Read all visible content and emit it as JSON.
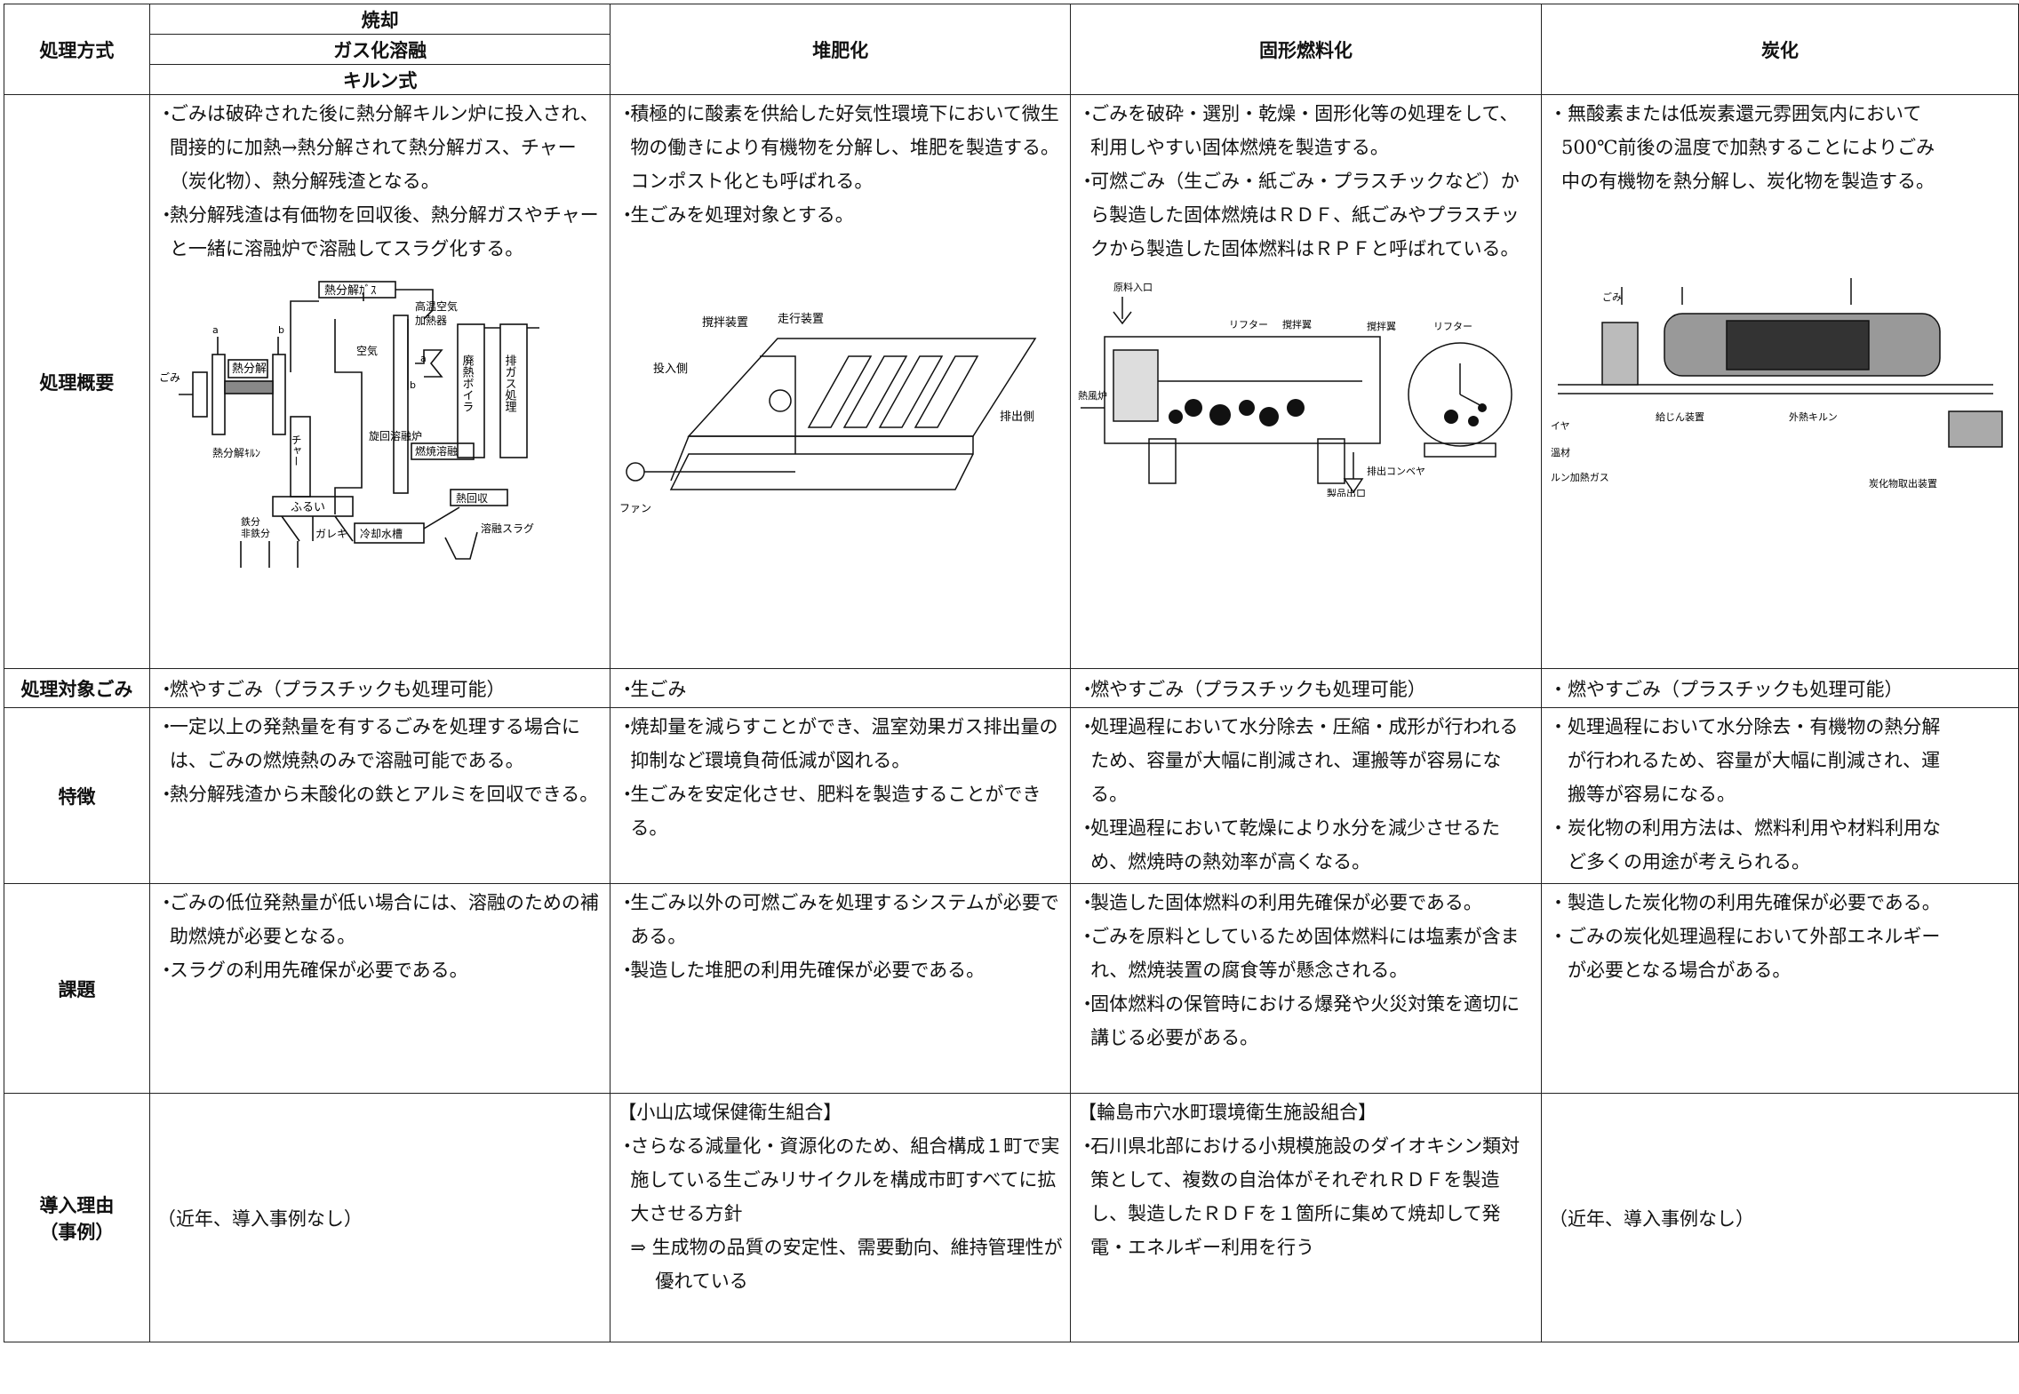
{
  "header": {
    "row_label": "処理方式",
    "incineration": "焼却",
    "gasification": "ガス化溶融",
    "kiln": "キルン式",
    "compost": "堆肥化",
    "solid_fuel": "固形燃料化",
    "carbonization": "炭化"
  },
  "row_labels": {
    "overview": "処理概要",
    "target": "処理対象ごみ",
    "features": "特徴",
    "issues": "課題",
    "reason_line1": "導入理由",
    "reason_line2": "（事例）"
  },
  "overview": {
    "kiln": [
      "ごみは破砕された後に熱分解キルン炉に投入され、間接的に加熱→熱分解されて熱分解ガス、チャー（炭化物）、熱分解残渣となる。",
      "熱分解残渣は有価物を回収後、熱分解ガスやチャーと一緒に溶融炉で溶融してスラグ化する。"
    ],
    "compost": [
      "積極的に酸素を供給した好気性環境下において微生物の働きにより有機物を分解し、堆肥を製造する。コンポスト化とも呼ばれる。",
      "生ごみを処理対象とする。"
    ],
    "solid_fuel": [
      "ごみを破砕・選別・乾燥・固形化等の処理をして、利用しやすい固体燃焼を製造する。",
      "可燃ごみ（生ごみ・紙ごみ・プラスチックなど）から製造した固体燃焼はＲＤＦ、紙ごみやプラスチックから製造した固体燃料はＲＰＦと呼ばれている。"
    ],
    "carbonization_lines": [
      "・無酸素または低炭素還元雰囲気内において",
      "500℃前後の温度で加熱することによりごみ",
      "中の有機物を熱分解し、炭化物を製造する。"
    ]
  },
  "diagram_kiln": {
    "gas": "熱分解ｶﾞｽ",
    "hot_air_1": "高温空気",
    "hot_air_2": "加熱器",
    "garbage": "ごみ",
    "pyrolysis": "熱分解",
    "air": "空気",
    "a": "a",
    "b": "b",
    "boiler": "廃熱ボイラ",
    "exhaust": "排ガス処理",
    "char": "チャー",
    "swirl": "旋回溶融炉",
    "combust": "燃焼溶融",
    "kiln": "熱分解ｷﾙﾝ",
    "sieve": "ふるい",
    "heat_recovery": "熱回収",
    "iron": "鉄分",
    "non_iron": "非鉄分",
    "rubble": "ガレキ",
    "cooling": "冷却水槽",
    "slag": "溶融スラグ"
  },
  "diagram_compost": {
    "stirrer": "撹拌装置",
    "travel": "走行装置",
    "input": "投入側",
    "output": "排出側",
    "fan": "ファン"
  },
  "diagram_fuel": {
    "inlet": "原料入口",
    "lifter": "リフター",
    "blade": "撹拌翼",
    "hot_air": "熱風炉",
    "conveyor": "排出コンベヤ",
    "outlet": "製品出口"
  },
  "diagram_carbon": {
    "garbage": "ごみ",
    "kiln_gas": "キルン加熱ガス",
    "feeder": "給じん装置",
    "ext_kiln": "外熱キルン",
    "takeout": "炭化物取出装置",
    "l1": "イヤ",
    "l2": "溫材",
    "l3": "ルン加熱ガス"
  },
  "target": {
    "kiln": "燃やすごみ（プラスチックも処理可能）",
    "compost": "生ごみ",
    "solid_fuel": "燃やすごみ（プラスチックも処理可能）",
    "carbonization": "・燃やすごみ（プラスチックも処理可能）"
  },
  "features": {
    "kiln": [
      "一定以上の発熱量を有するごみを処理する場合には、ごみの燃焼熱のみで溶融可能である。",
      "熱分解残渣から未酸化の鉄とアルミを回収できる。"
    ],
    "compost": [
      "焼却量を減らすことができ、温室効果ガス排出量の抑制など環境負荷低減が図れる。",
      "生ごみを安定化させ、肥料を製造することができる。"
    ],
    "solid_fuel": [
      "処理過程において水分除去・圧縮・成形が行われるため、容量が大幅に削減され、運搬等が容易になる。",
      "処理過程において乾燥により水分を減少させるため、燃焼時の熱効率が高くなる。"
    ],
    "carbonization_lines": [
      "・処理過程において水分除去・有機物の熱分解",
      "　が行われるため、容量が大幅に削減され、運",
      "　搬等が容易になる。",
      "・炭化物の利用方法は、燃料利用や材料利用な",
      "　ど多くの用途が考えられる。"
    ]
  },
  "issues": {
    "kiln": [
      "ごみの低位発熱量が低い場合には、溶融のための補助燃焼が必要となる。",
      "スラグの利用先確保が必要である。"
    ],
    "compost": [
      "生ごみ以外の可燃ごみを処理するシステムが必要である。",
      "製造した堆肥の利用先確保が必要である。"
    ],
    "solid_fuel": [
      "製造した固体燃料の利用先確保が必要である。",
      "ごみを原料としているため固体燃料には塩素が含まれ、燃焼装置の腐食等が懸念される。",
      "固体燃料の保管時における爆発や火災対策を適切に講じる必要がある。"
    ],
    "carbonization_lines": [
      "・製造した炭化物の利用先確保が必要である。",
      "・ごみの炭化処理過程において外部エネルギー",
      "　が必要となる場合がある。"
    ]
  },
  "reason": {
    "kiln": "（近年、導入事例なし）",
    "compost_title": "【小山広域保健衛生組合】",
    "compost_item": "さらなる減量化・資源化のため、組合構成１町で実施している生ごみリサイクルを構成市町すべてに拡大させる方針",
    "compost_sub": "生成物の品質の安定性、需要動向、維持管理性が優れている",
    "fuel_title": "【輪島市穴水町環境衛生施設組合】",
    "fuel_item": "石川県北部における小規模施設のダイオキシン類対策として、複数の自治体がそれぞれＲＤＦを製造し、製造したＲＤＦを１箇所に集めて焼却して発電・エネルギー利用を行う",
    "carbonization": "（近年、導入事例なし）"
  }
}
